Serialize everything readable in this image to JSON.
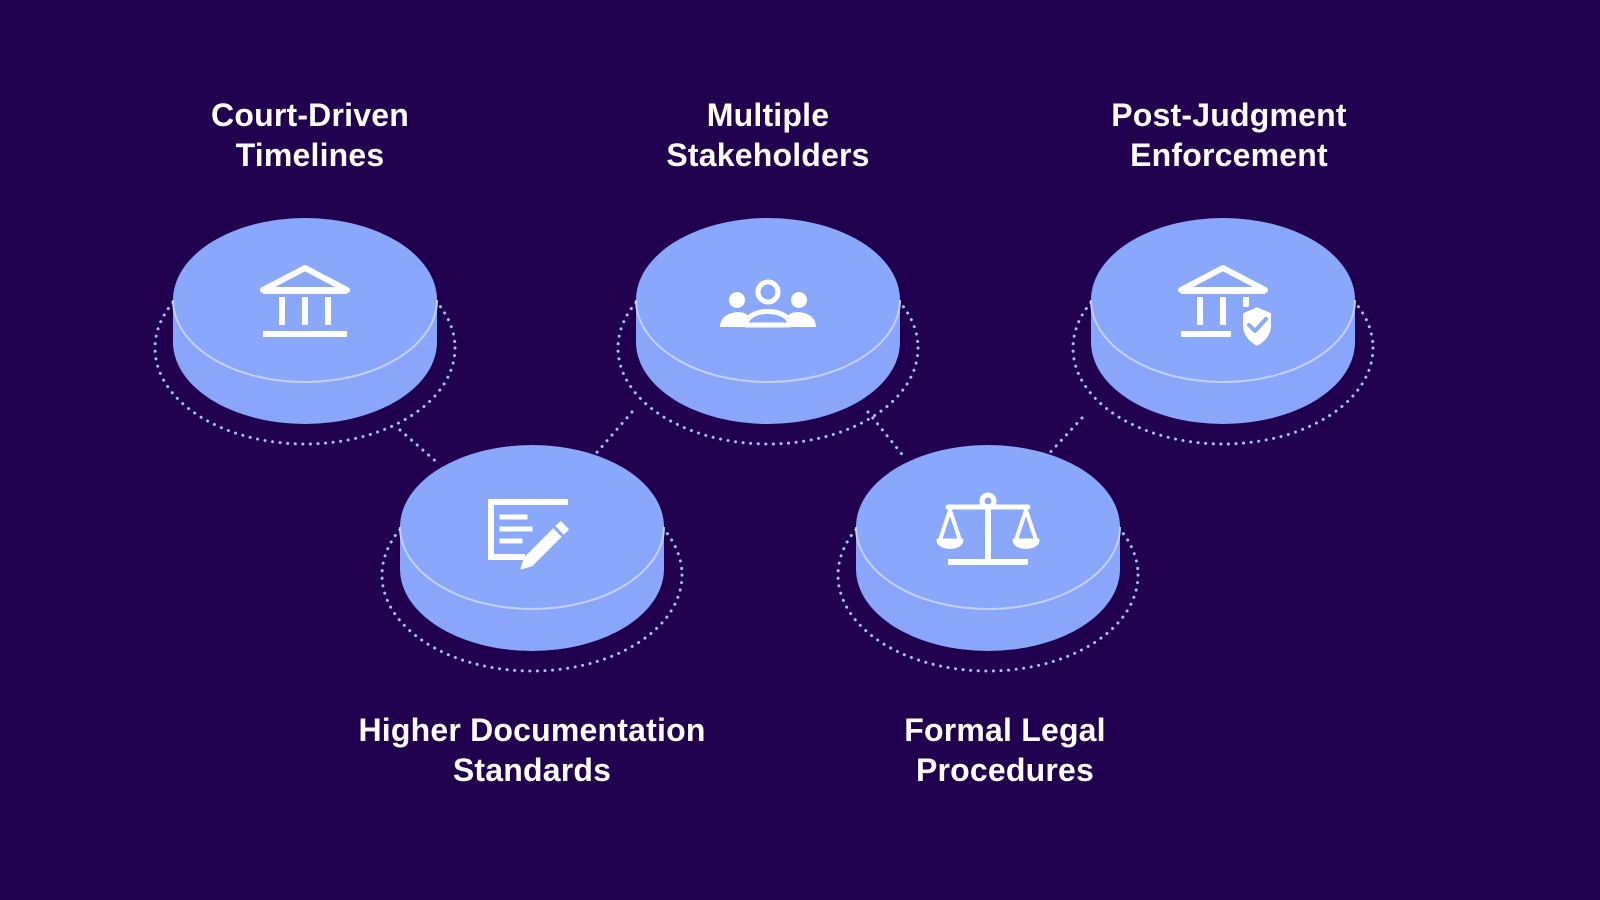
{
  "colors": {
    "background": "#21004f",
    "disc_top": "#89a7fb",
    "disc_side": "#8aa6fb",
    "disc_rim": "#c9d6ff",
    "dots": "#a9bdf8",
    "icon": "#ffffff",
    "text": "#ffffff"
  },
  "items": [
    {
      "id": "court-driven-timelines",
      "icon": "courthouse-icon",
      "label_lines": [
        "Court-Driven",
        "Timelines"
      ]
    },
    {
      "id": "multiple-stakeholders",
      "icon": "people-group-icon",
      "label_lines": [
        "Multiple",
        "Stakeholders"
      ]
    },
    {
      "id": "post-judgment-enforcement",
      "icon": "courthouse-shield-icon",
      "label_lines": [
        "Post-Judgment",
        "Enforcement"
      ]
    },
    {
      "id": "higher-documentation-standards",
      "icon": "document-edit-icon",
      "label_lines": [
        "Higher Documentation",
        "Standards"
      ]
    },
    {
      "id": "formal-legal-procedures",
      "icon": "scales-of-justice-icon",
      "label_lines": [
        "Formal Legal",
        "Procedures"
      ]
    }
  ]
}
